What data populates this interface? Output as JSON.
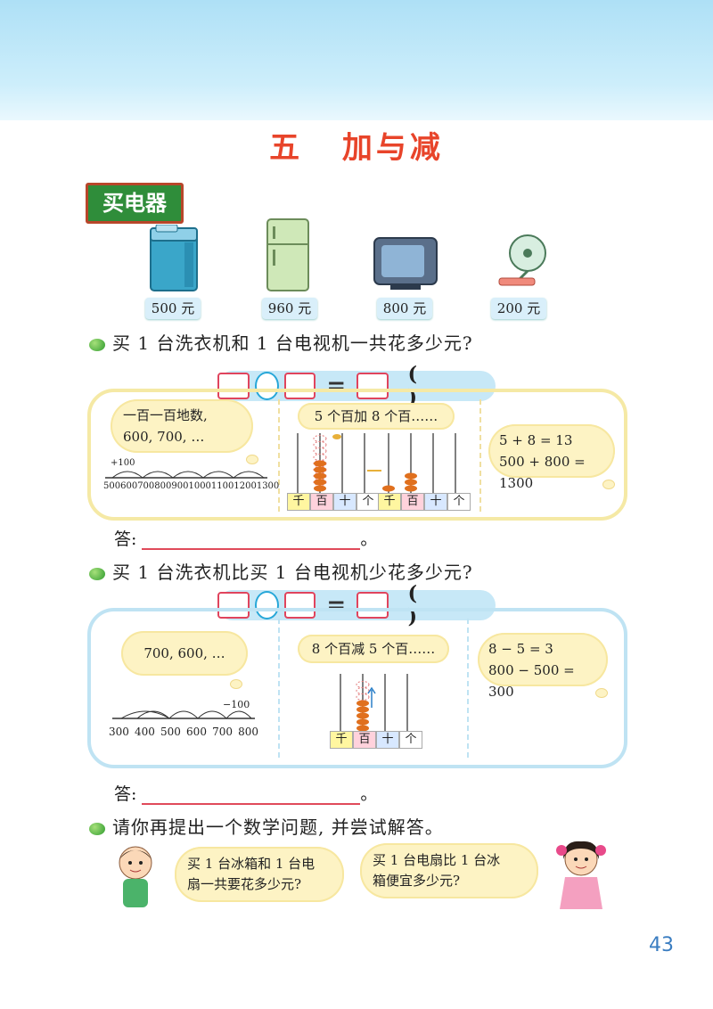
{
  "chapter": {
    "number": "五",
    "title": "加与减"
  },
  "lesson_title": "买电器",
  "products": [
    {
      "icon": "washing-machine-icon",
      "price": "500 元"
    },
    {
      "icon": "refrigerator-icon",
      "price": "960 元"
    },
    {
      "icon": "television-icon",
      "price": "800 元"
    },
    {
      "icon": "electric-fan-icon",
      "price": "200 元"
    }
  ],
  "question1": {
    "text": "买 1 台洗衣机和 1 台电视机一共花多少元?",
    "equation": {
      "equals": "=",
      "paren": "(  )"
    },
    "counting_bubble": {
      "line1": "一百一百地数,",
      "line2": "600, 700, …"
    },
    "number_line": {
      "step_label": "+100",
      "ticks": [
        "500",
        "600",
        "700",
        "800",
        "900",
        "1000",
        "1100",
        "1200",
        "1300"
      ]
    },
    "abacus_bubble": "5 个百加 8 个百……",
    "abacus_labels": [
      "千",
      "百",
      "十",
      "个"
    ],
    "calc_bubble": {
      "line1": "5 + 8 = 13",
      "line2": "500 + 800 = 1300"
    },
    "answer_label": "答:",
    "answer_end": "。"
  },
  "question2": {
    "text": "买 1 台洗衣机比买 1 台电视机少花多少元?",
    "equation": {
      "equals": "=",
      "paren": "(  )"
    },
    "counting_bubble": "700, 600, …",
    "number_line": {
      "step_label": "−100",
      "ticks": [
        "300",
        "400",
        "500",
        "600",
        "700",
        "800"
      ]
    },
    "abacus_bubble": "8 个百减 5 个百……",
    "abacus_labels": [
      "千",
      "百",
      "十",
      "个"
    ],
    "calc_bubble": {
      "line1": "8 − 5 = 3",
      "line2": "800 − 500 = 300"
    },
    "answer_label": "答:",
    "answer_end": "。"
  },
  "question3": {
    "text": "请你再提出一个数学问题, 并尝试解答。",
    "boy_bubble": {
      "line1": "买 1 台冰箱和 1 台电",
      "line2": "扇一共要花多少元?"
    },
    "girl_bubble": {
      "line1": "买 1 台电扇比 1 台冰",
      "line2": "箱便宜多少元?"
    }
  },
  "page_number": "43"
}
